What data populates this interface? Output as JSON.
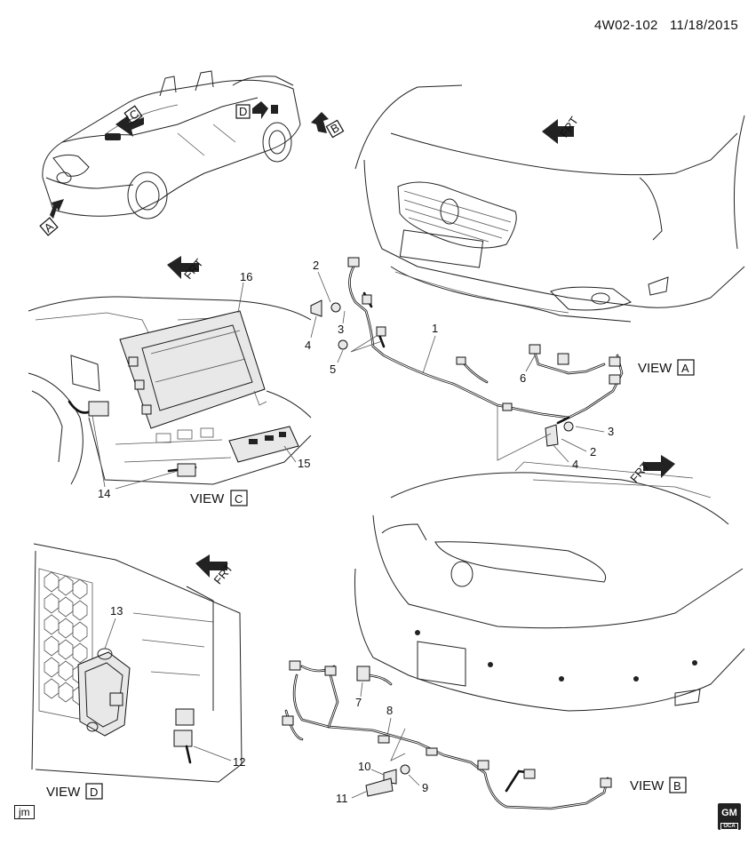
{
  "header": {
    "doc_id": "4W02-102",
    "date": "11/18/2015"
  },
  "arrows": {
    "front_label": "FRT",
    "view_arrow_a": "A",
    "view_arrow_b": "B",
    "view_arrow_c": "C",
    "view_arrow_d": "D"
  },
  "views": [
    {
      "prefix": "VIEW",
      "letter": "A"
    },
    {
      "prefix": "VIEW",
      "letter": "B"
    },
    {
      "prefix": "VIEW",
      "letter": "C"
    },
    {
      "prefix": "VIEW",
      "letter": "D"
    }
  ],
  "callouts": {
    "view_a": [
      "1",
      "2",
      "3",
      "4",
      "5",
      "6",
      "3",
      "2",
      "4"
    ],
    "view_b": [
      "7",
      "8",
      "9",
      "10",
      "11"
    ],
    "view_c": [
      "14",
      "15",
      "16"
    ],
    "view_d": [
      "12",
      "13"
    ]
  },
  "footer": {
    "initials": "jm",
    "logo_top": "GM",
    "logo_bottom": "OCA"
  }
}
